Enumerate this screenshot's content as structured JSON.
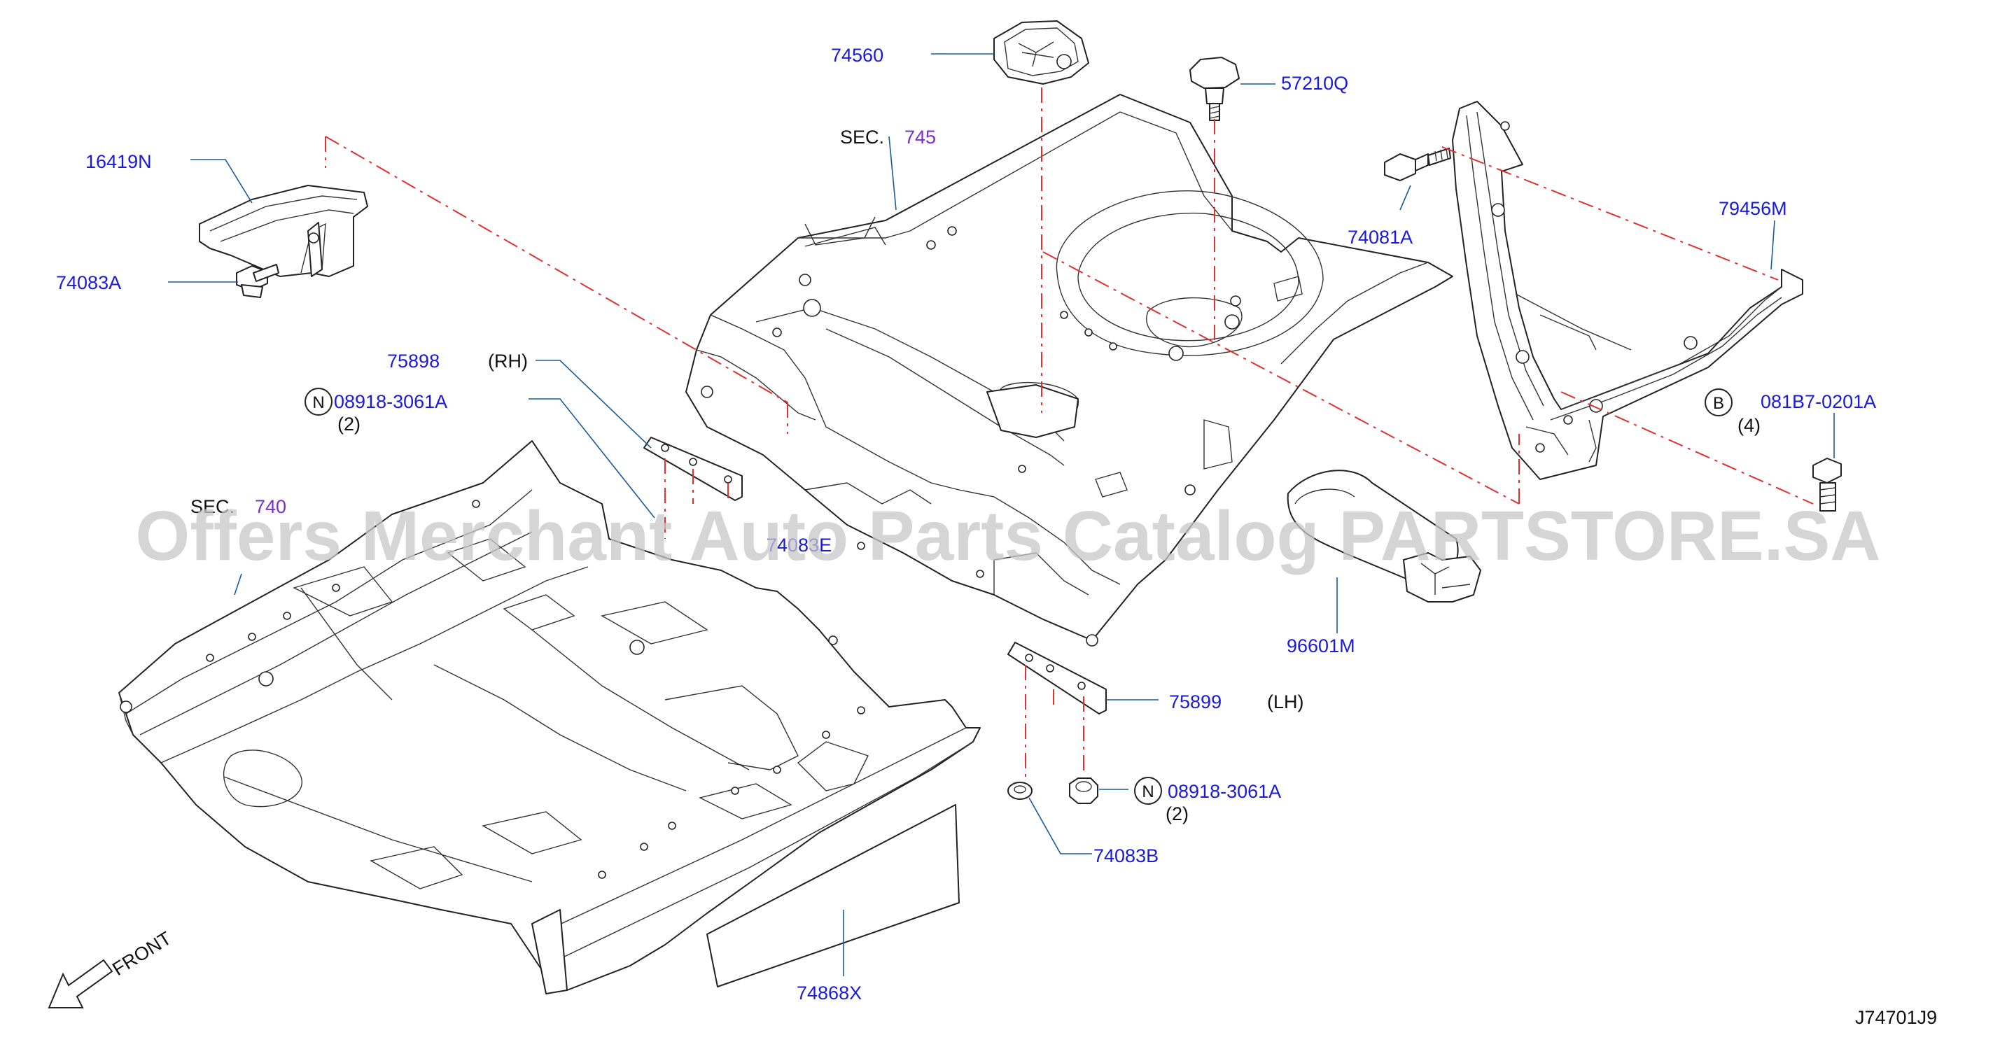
{
  "parts": {
    "p74560": "74560",
    "p57210Q": "57210Q",
    "p16419N": "16419N",
    "p74083A": "74083A",
    "p74081A": "74081A",
    "p79456M": "79456M",
    "p75898": "75898",
    "p08918_top": "08918-3061A",
    "p081B7": "081B7-0201A",
    "p96601M": "96601M",
    "p75899": "75899",
    "p08918_bottom": "08918-3061A",
    "p74083B": "74083B",
    "p74868X": "74868X",
    "p74083B_partial": "74083E"
  },
  "notes": {
    "rh": "(RH)",
    "lh": "(LH)",
    "qty2_top": "(2)",
    "qty2_bottom": "(2)",
    "qty4": "(4)"
  },
  "badges": {
    "n_top": "N",
    "n_bottom": "N",
    "b": "B"
  },
  "sections": {
    "sec745_label": "SEC.",
    "sec745_num": "745",
    "sec740_label": "SEC.",
    "sec740_num": "740"
  },
  "front_label": "FRONT",
  "diagram_code": "J74701J9",
  "watermark": "Offers Merchant Auto Parts Catalog PARTSTORE.SA",
  "colors": {
    "part_number": "#1a1adb",
    "section_number": "#7a2fd0",
    "leader": "#1a5a9a",
    "dashed_line": "#e03030"
  }
}
